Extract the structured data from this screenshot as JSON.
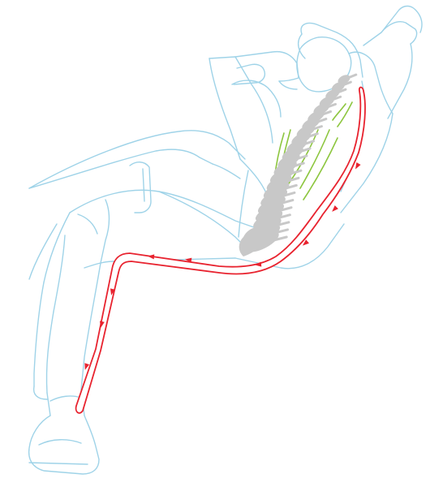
{
  "figure": {
    "outline_color": "#9fd3e8",
    "spine_color": "#c8c8c8",
    "muscle_color": "#8dc63f",
    "path_color": "#e8232f",
    "path_inner_color": "#ffffff"
  },
  "icons": {
    "person": "reclining-person-outline",
    "spine": "spine-silhouette",
    "muscles": "back-muscle-strokes",
    "path": "support-contour-arrow-path"
  }
}
